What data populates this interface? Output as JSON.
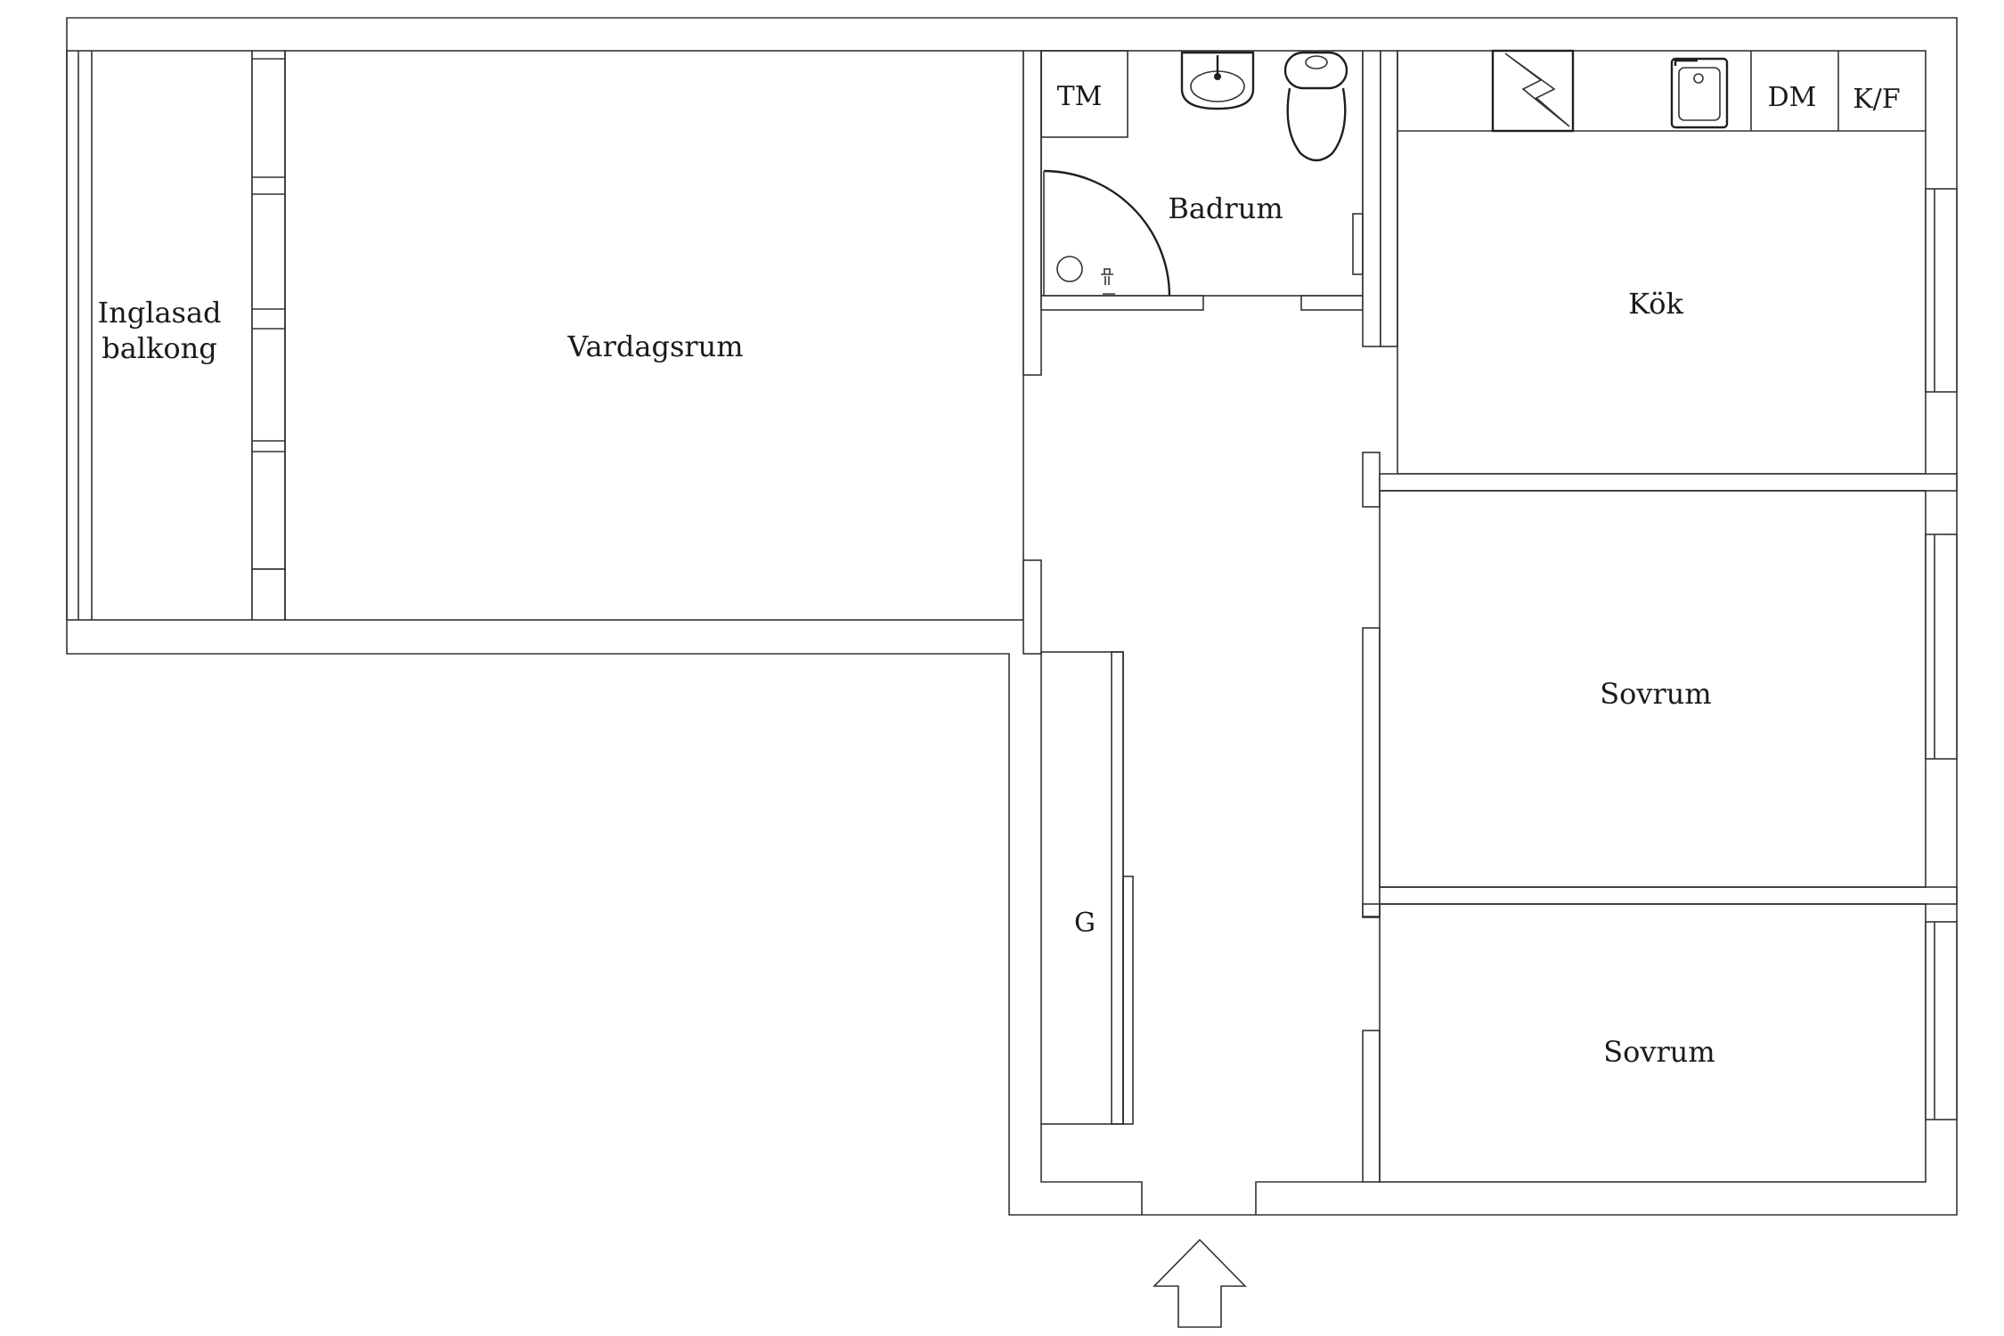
{
  "plan": {
    "rooms": {
      "balcony_line1": "Inglasad",
      "balcony_line2": "balkong",
      "living": "Vardagsrum",
      "bathroom": "Badrum",
      "kitchen": "Kök",
      "bedroom1": "Sovrum",
      "bedroom2": "Sovrum"
    },
    "fixtures": {
      "washer": "TM",
      "dishwasher": "DM",
      "fridge_freezer": "K/F",
      "wardrobe": "G"
    },
    "icons": {
      "sink": "sink-icon",
      "toilet": "toilet-icon",
      "shower": "shower-icon",
      "stove": "stove-icon",
      "kitchen_sink": "kitchen-sink-icon",
      "entrance": "entrance-arrow-icon"
    }
  }
}
